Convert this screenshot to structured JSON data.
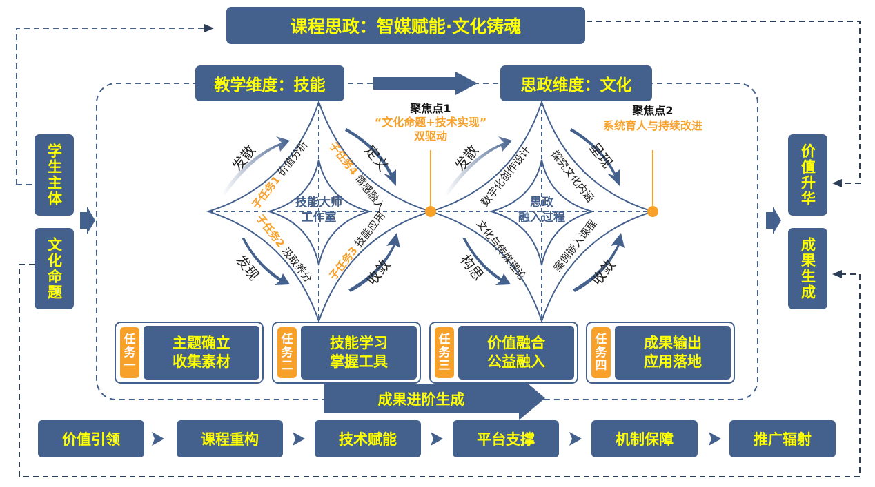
{
  "title": "课程思政：智媒赋能·文化铸魂",
  "dimensions": {
    "teaching": "教学维度：技能",
    "ideological": "思政维度：文化"
  },
  "left_boxes": [
    "学生主体",
    "文化命题"
  ],
  "right_boxes": [
    "价值升华",
    "成果生成"
  ],
  "focus_points": [
    {
      "label": "聚焦点1",
      "line1": "“文化命题+技术实现”",
      "line2": "双驱动"
    },
    {
      "label": "聚焦点2",
      "line1": "系统育人与持续改进"
    }
  ],
  "diamond1": {
    "center": [
      "技能大师",
      "工作室"
    ],
    "arrows": {
      "top_left": "发散",
      "top_right": "定义",
      "bottom_left": "发现",
      "bottom_right": "收敛"
    },
    "subtasks": [
      {
        "tag": "子任务1",
        "text": "价值分析"
      },
      {
        "tag": "子任务2",
        "text": "汲取养分"
      },
      {
        "tag": "子任务3",
        "text": "技能应用"
      },
      {
        "tag": "子任务4",
        "text": "情感融入"
      }
    ]
  },
  "diamond2": {
    "center": [
      "思政",
      "融入过程"
    ],
    "arrows": {
      "top_left": "发散",
      "top_right": "呈现",
      "bottom_left": "构思",
      "bottom_right": "收敛"
    },
    "labels": {
      "top_left": "数字化创作设计",
      "top_right": "探究文化内涵",
      "bottom_left": "文化与传媒理论",
      "bottom_right": "案例嵌入课程"
    }
  },
  "tasks": [
    {
      "tag": [
        "任",
        "务",
        "一"
      ],
      "lines": [
        "主题确立",
        "收集素材"
      ]
    },
    {
      "tag": [
        "任",
        "务",
        "二"
      ],
      "lines": [
        "技能学习",
        "掌握工具"
      ]
    },
    {
      "tag": [
        "任",
        "务",
        "三"
      ],
      "lines": [
        "价值融合",
        "公益融入"
      ]
    },
    {
      "tag": [
        "任",
        "务",
        "四"
      ],
      "lines": [
        "成果输出",
        "应用落地"
      ]
    }
  ],
  "progress_arrow": "成果进阶生成",
  "steps": [
    "价值引领",
    "课程重构",
    "技术赋能",
    "平台支撑",
    "机制保障",
    "推广辐射"
  ],
  "colors": {
    "navy": "#44608d",
    "yellow": "#ffff00",
    "orange": "#f7a12b"
  }
}
